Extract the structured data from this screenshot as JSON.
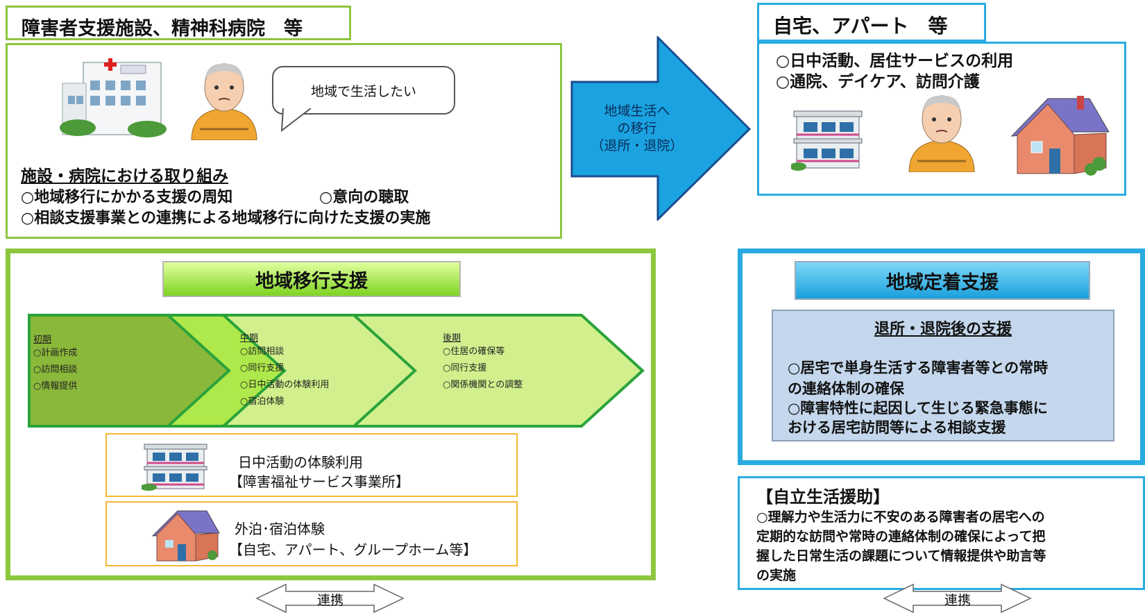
{
  "facility": {
    "title": "障害者支援施設、精神科病院　等",
    "speech": "地域で生活したい",
    "heading": "施設・病院における取り組み",
    "bullets": [
      "○地域移行にかかる支援の周知",
      "○意向の聴取",
      "○相談支援事業との連携による地域移行に向けた支援の実施"
    ]
  },
  "arrow": {
    "lines": [
      "地域生活へ",
      "の移行",
      "（退所・退院）"
    ]
  },
  "home": {
    "title": "自宅、アパート　等",
    "lines": [
      "○日中活動、居住サービスの利用",
      "○通院、デイケア、訪問介護"
    ]
  },
  "transition": {
    "title": "地域移行支援",
    "phases": [
      {
        "title": "初期",
        "items": [
          "○計画作成",
          "○訪問相談",
          "○情報提供"
        ]
      },
      {
        "title": "中期",
        "items": [
          "○訪問相談",
          "○同行支援",
          "○日中活動の体験利用",
          "○宿泊体験"
        ]
      },
      {
        "title": "後期",
        "items": [
          "○住居の確保等",
          "○同行支援",
          "○関係機関との調整"
        ]
      }
    ],
    "day_trial": {
      "line1": "日中活動の体験利用",
      "line2": "【障害福祉サービス事業所】"
    },
    "stay_trial": {
      "line1": "外泊･宿泊体験",
      "line2": "【自宅、アパート、グループホーム等】"
    }
  },
  "settle": {
    "title": "地域定着支援",
    "subtitle": "退所・退院後の支援",
    "lines": [
      "○居宅で単身生活する障害者等との常時",
      "の連絡体制の確保",
      "○障害特性に起因して生じる緊急事態に",
      "おける居宅訪問等による相談支援"
    ]
  },
  "independent": {
    "title": "【自立生活援助】",
    "lines": [
      "○理解力や生活力に不安のある障害者の居宅への",
      "定期的な訪問や常時の連絡体制の確保によって把",
      "握した日常生活の課題について情報提供や助言等",
      "の実施"
    ]
  },
  "link_label": "連携",
  "colors": {
    "green": "#8dc63f",
    "blue": "#29abe2",
    "arrow_blue": "#1aa3e0",
    "yellow": "#f7b733"
  }
}
